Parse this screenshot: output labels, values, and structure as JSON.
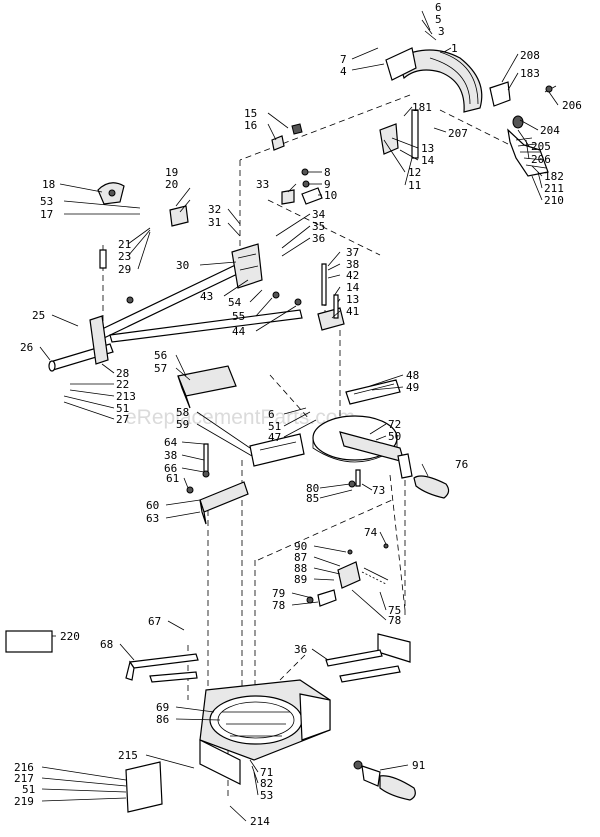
{
  "watermark": "eReplacementParts.com",
  "part_labels": [
    {
      "id": "l6a",
      "text": "6"
    },
    {
      "id": "l5a",
      "text": "5"
    },
    {
      "id": "l3",
      "text": "3"
    },
    {
      "id": "l1",
      "text": "1"
    },
    {
      "id": "l7a",
      "text": "7"
    },
    {
      "id": "l4a",
      "text": "4"
    },
    {
      "id": "l208",
      "text": "208"
    },
    {
      "id": "l183",
      "text": "183"
    },
    {
      "id": "l206a",
      "text": "206"
    },
    {
      "id": "l181",
      "text": "181"
    },
    {
      "id": "l207",
      "text": "207"
    },
    {
      "id": "l204",
      "text": "204"
    },
    {
      "id": "l13a",
      "text": "13"
    },
    {
      "id": "l14a",
      "text": "14"
    },
    {
      "id": "l205",
      "text": "205"
    },
    {
      "id": "l206b",
      "text": "206"
    },
    {
      "id": "l15",
      "text": "15"
    },
    {
      "id": "l16",
      "text": "16"
    },
    {
      "id": "l12",
      "text": "12"
    },
    {
      "id": "l11",
      "text": "11"
    },
    {
      "id": "l182",
      "text": "182"
    },
    {
      "id": "l211",
      "text": "211"
    },
    {
      "id": "l210",
      "text": "210"
    },
    {
      "id": "l18",
      "text": "18"
    },
    {
      "id": "l19",
      "text": "19"
    },
    {
      "id": "l20",
      "text": "20"
    },
    {
      "id": "l8",
      "text": "8"
    },
    {
      "id": "l9",
      "text": "9"
    },
    {
      "id": "l10",
      "text": "10"
    },
    {
      "id": "l33",
      "text": "33"
    },
    {
      "id": "l53a",
      "text": "53"
    },
    {
      "id": "l17",
      "text": "17"
    },
    {
      "id": "l32",
      "text": "32"
    },
    {
      "id": "l31",
      "text": "31"
    },
    {
      "id": "l34",
      "text": "34"
    },
    {
      "id": "l35",
      "text": "35"
    },
    {
      "id": "l36a",
      "text": "36"
    },
    {
      "id": "l21",
      "text": "21"
    },
    {
      "id": "l23",
      "text": "23"
    },
    {
      "id": "l29",
      "text": "29"
    },
    {
      "id": "l30",
      "text": "30"
    },
    {
      "id": "l37",
      "text": "37"
    },
    {
      "id": "l38a",
      "text": "38"
    },
    {
      "id": "l42",
      "text": "42"
    },
    {
      "id": "l14b",
      "text": "14"
    },
    {
      "id": "l13b",
      "text": "13"
    },
    {
      "id": "l43",
      "text": "43"
    },
    {
      "id": "l54",
      "text": "54"
    },
    {
      "id": "l55",
      "text": "55"
    },
    {
      "id": "l41",
      "text": "41"
    },
    {
      "id": "l25",
      "text": "25"
    },
    {
      "id": "l44",
      "text": "44"
    },
    {
      "id": "l26",
      "text": "26"
    },
    {
      "id": "l56",
      "text": "56"
    },
    {
      "id": "l57",
      "text": "57"
    },
    {
      "id": "l28",
      "text": "28"
    },
    {
      "id": "l22",
      "text": "22"
    },
    {
      "id": "l213",
      "text": "213"
    },
    {
      "id": "l51a",
      "text": "51"
    },
    {
      "id": "l27",
      "text": "27"
    },
    {
      "id": "l48",
      "text": "48"
    },
    {
      "id": "l49",
      "text": "49"
    },
    {
      "id": "l58",
      "text": "58"
    },
    {
      "id": "l59",
      "text": "59"
    },
    {
      "id": "l6b",
      "text": "6"
    },
    {
      "id": "l51b",
      "text": "51"
    },
    {
      "id": "l47",
      "text": "47"
    },
    {
      "id": "l72",
      "text": "72"
    },
    {
      "id": "l50",
      "text": "50"
    },
    {
      "id": "l64",
      "text": "64"
    },
    {
      "id": "l38b",
      "text": "38"
    },
    {
      "id": "l66",
      "text": "66"
    },
    {
      "id": "l61",
      "text": "61"
    },
    {
      "id": "l76",
      "text": "76"
    },
    {
      "id": "l80",
      "text": "80"
    },
    {
      "id": "l85",
      "text": "85"
    },
    {
      "id": "l73",
      "text": "73"
    },
    {
      "id": "l60",
      "text": "60"
    },
    {
      "id": "l63",
      "text": "63"
    },
    {
      "id": "l74",
      "text": "74"
    },
    {
      "id": "l90",
      "text": "90"
    },
    {
      "id": "l87",
      "text": "87"
    },
    {
      "id": "l88",
      "text": "88"
    },
    {
      "id": "l89",
      "text": "89"
    },
    {
      "id": "l79",
      "text": "79"
    },
    {
      "id": "l78a",
      "text": "78"
    },
    {
      "id": "l75",
      "text": "75"
    },
    {
      "id": "l78b",
      "text": "78"
    },
    {
      "id": "l220",
      "text": "220"
    },
    {
      "id": "l67",
      "text": "67"
    },
    {
      "id": "l68",
      "text": "68"
    },
    {
      "id": "l36b",
      "text": "36"
    },
    {
      "id": "l69",
      "text": "69"
    },
    {
      "id": "l86",
      "text": "86"
    },
    {
      "id": "l215",
      "text": "215"
    },
    {
      "id": "l216",
      "text": "216"
    },
    {
      "id": "l217",
      "text": "217"
    },
    {
      "id": "l51c",
      "text": "51"
    },
    {
      "id": "l219",
      "text": "219"
    },
    {
      "id": "l71",
      "text": "71"
    },
    {
      "id": "l82",
      "text": "82"
    },
    {
      "id": "l53b",
      "text": "53"
    },
    {
      "id": "l214",
      "text": "214"
    },
    {
      "id": "l91",
      "text": "91"
    }
  ]
}
